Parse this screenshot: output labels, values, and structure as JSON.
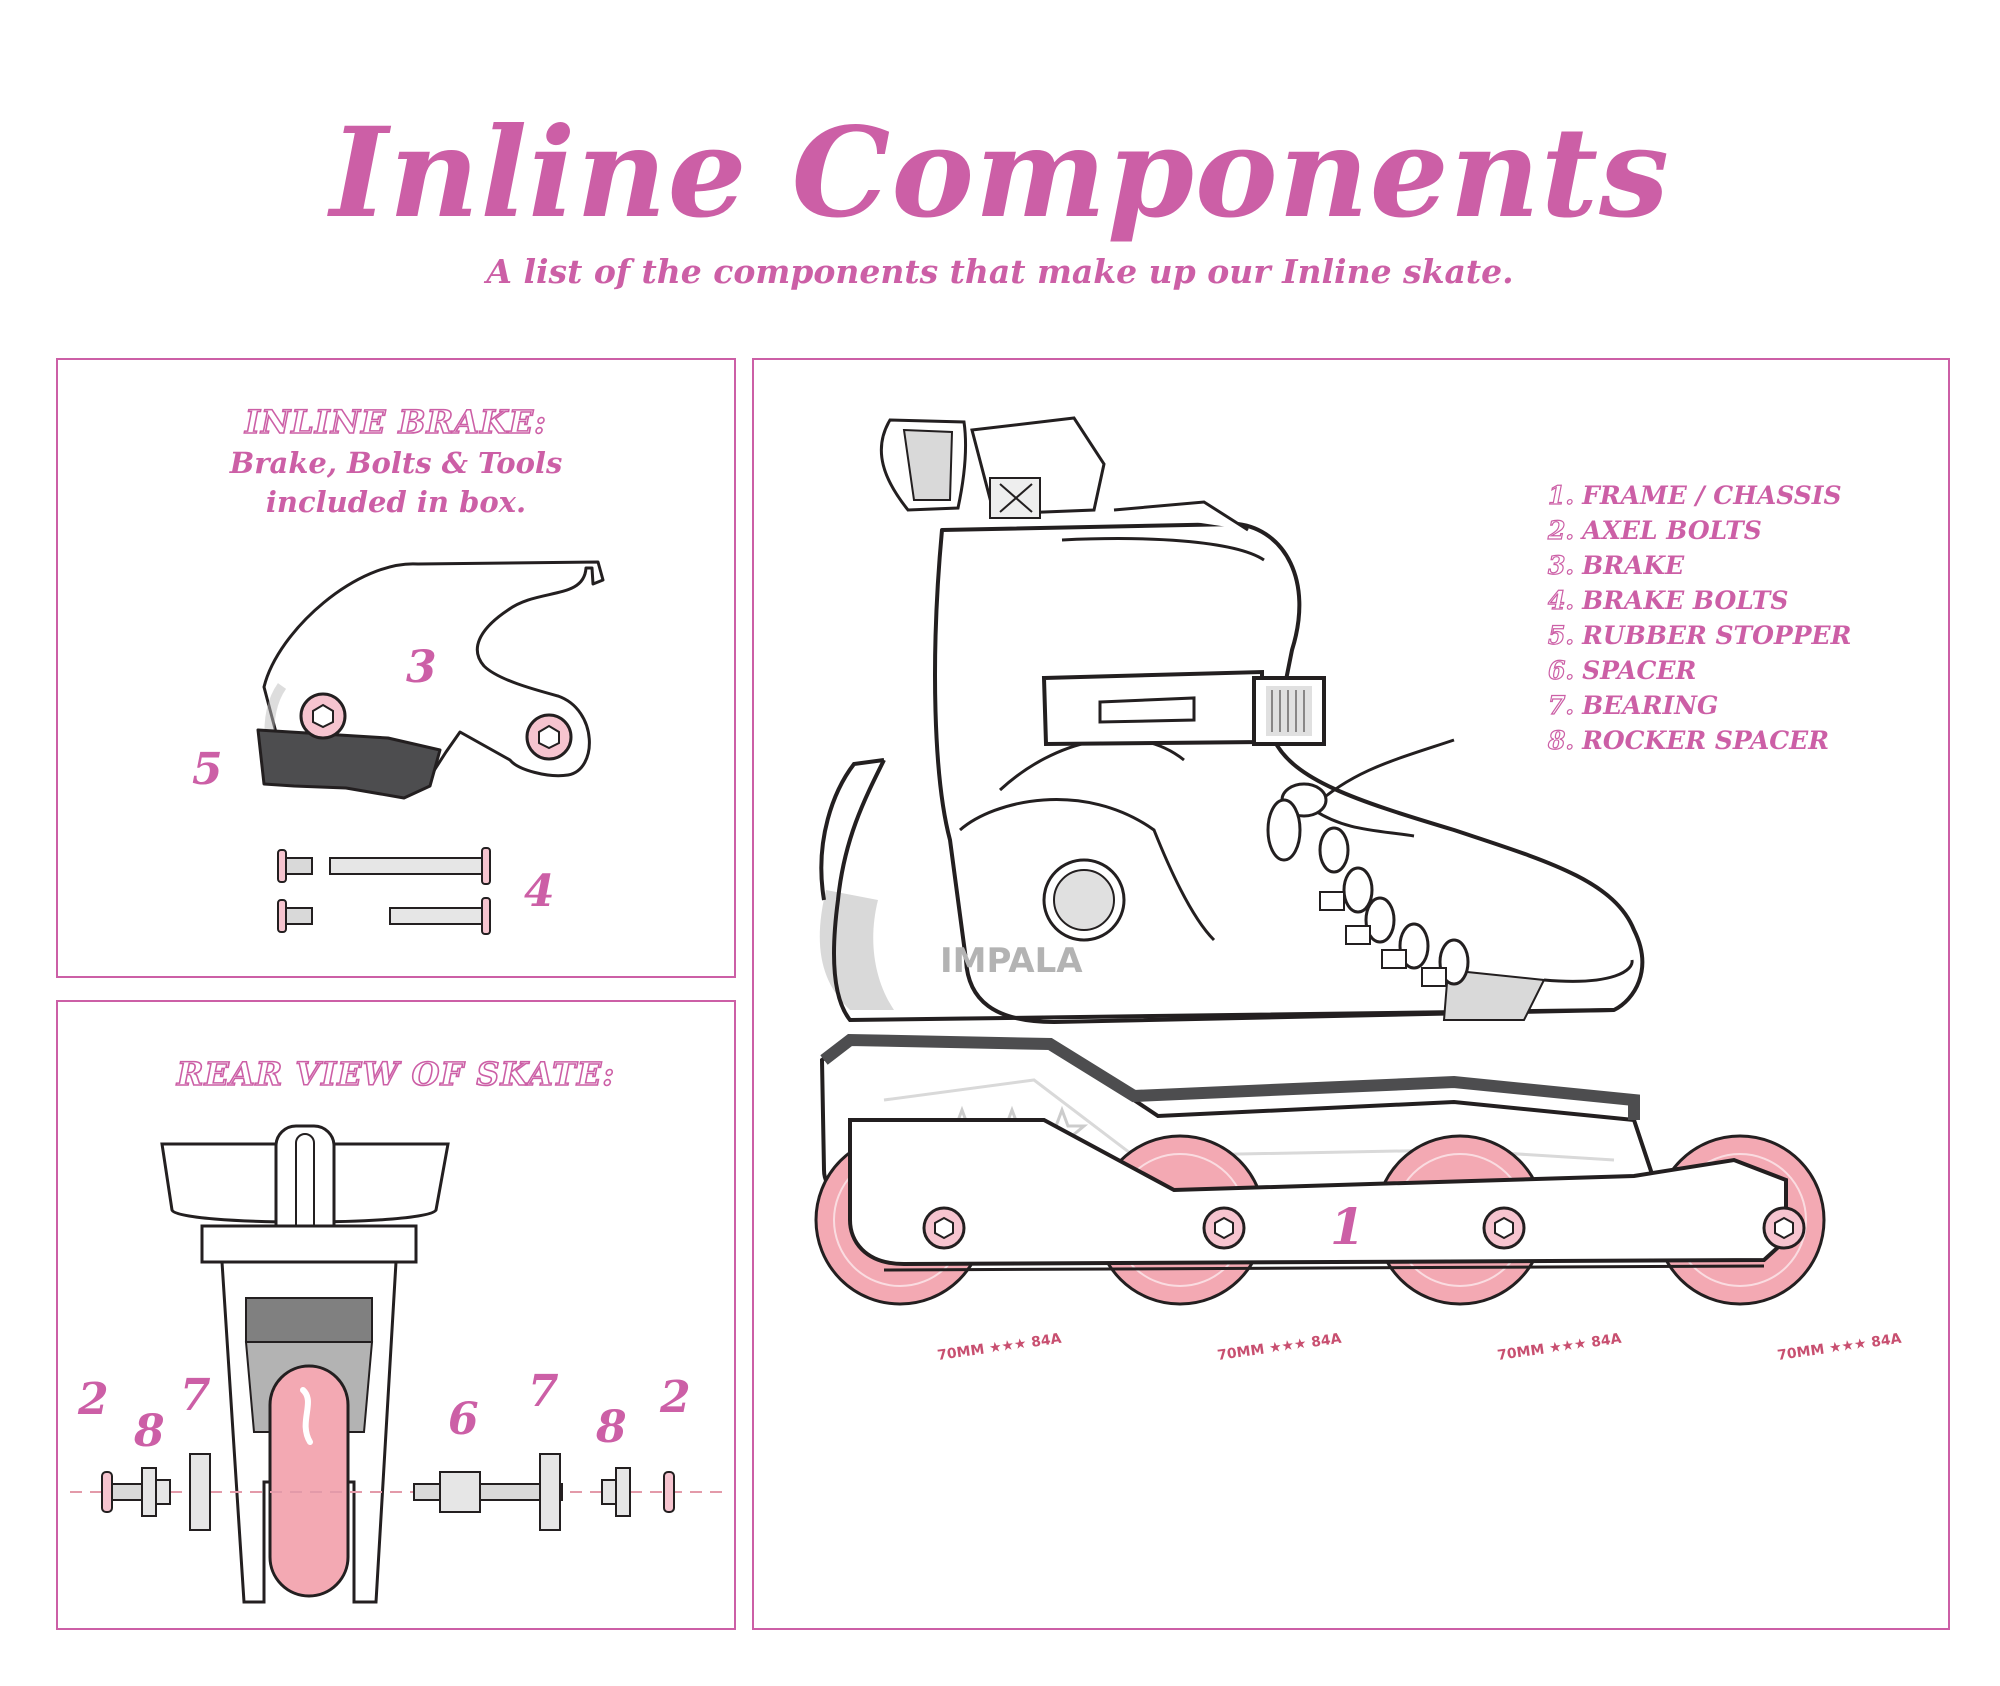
{
  "header": {
    "title": "Inline Components",
    "subtitle": "A list of the components that make up our Inline skate."
  },
  "brake_panel": {
    "heading": "INLINE BRAKE:",
    "line1": "Brake, Bolts & Tools",
    "line2": "included in box.",
    "callouts": {
      "brake": "3",
      "rubber_stopper": "5",
      "brake_bolts": "4"
    }
  },
  "rear_panel": {
    "heading": "REAR VIEW OF SKATE:",
    "callouts_left": [
      "2",
      "8",
      "7"
    ],
    "callouts_right": [
      "6",
      "7",
      "8",
      "2"
    ]
  },
  "skate_panel": {
    "brand": "IMPALA",
    "frame_callout": "1",
    "wheel_print": "70MM ★★★ 84A",
    "legend": [
      {
        "num": "1.",
        "label": "FRAME / CHASSIS"
      },
      {
        "num": "2.",
        "label": "AXEL BOLTS"
      },
      {
        "num": "3.",
        "label": "BRAKE"
      },
      {
        "num": "4.",
        "label": "BRAKE BOLTS"
      },
      {
        "num": "5.",
        "label": "RUBBER STOPPER"
      },
      {
        "num": "6.",
        "label": "SPACER"
      },
      {
        "num": "7.",
        "label": "BEARING"
      },
      {
        "num": "8.",
        "label": "ROCKER SPACER"
      }
    ]
  },
  "colors": {
    "accent": "#cc5fa6",
    "wheel": "#f3a9b3",
    "rubber": "#4d4d4f",
    "metal": "#d9d9d9"
  }
}
